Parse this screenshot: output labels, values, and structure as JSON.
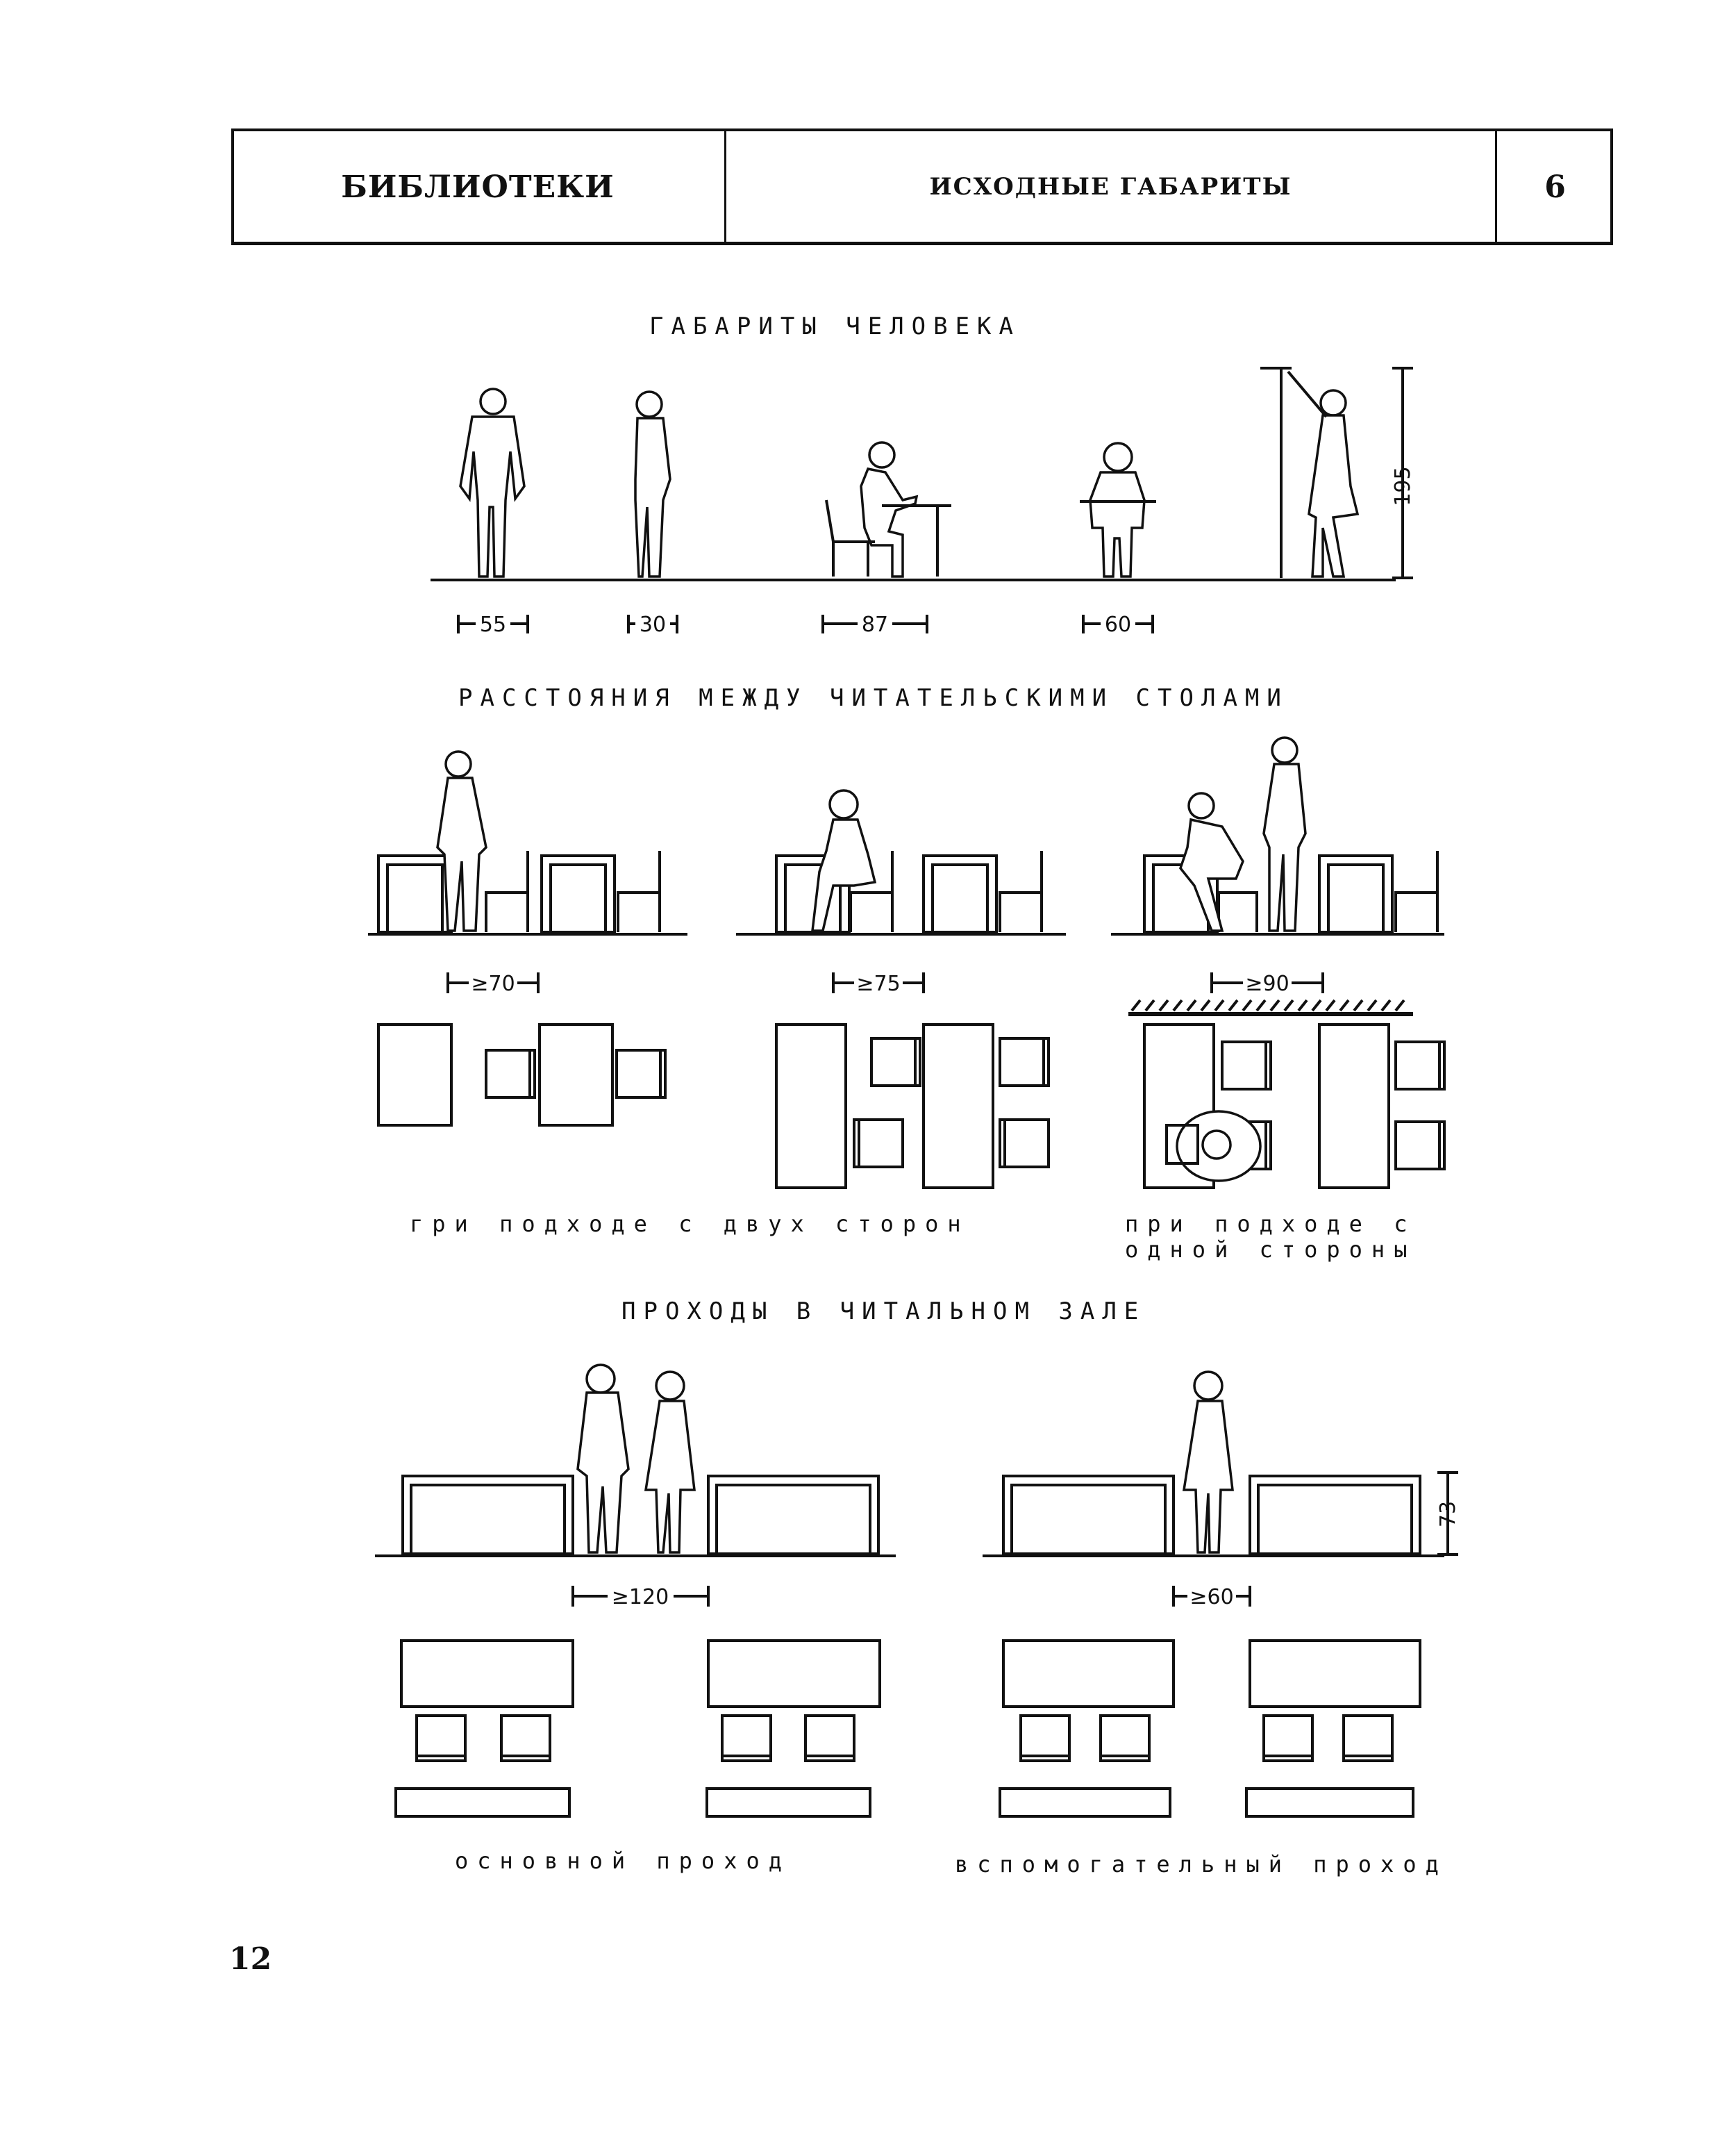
{
  "header": {
    "section": "БИБЛИОТЕКИ",
    "title": "ИСХОДНЫЕ ГАБАРИТЫ",
    "sheet_no": "6"
  },
  "sections": {
    "human": "ГАБАРИТЫ ЧЕЛОВЕКА",
    "distances": "РАССТОЯНИЯ МЕЖДУ ЧИТАТЕЛЬСКИМИ СТОЛАМИ",
    "aisles": "ПРОХОДЫ В ЧИТАЛЬНОМ ЗАЛЕ"
  },
  "dimensions": {
    "standing_front": "55",
    "standing_side": "30",
    "sitting_side": "87",
    "sitting_front": "60",
    "reach_height": "195",
    "two_sides_a": "≥70",
    "two_sides_b": "≥75",
    "one_side": "≥90",
    "main_aisle": "≥120",
    "aux_aisle": "≥60",
    "table_height": "73"
  },
  "captions": {
    "two_sides": "гри подходе с двух сторон",
    "one_side_1": "при подходе с",
    "one_side_2": "одной стороны",
    "main_aisle": "основной проход",
    "aux_aisle": "вспомогательный проход"
  },
  "page_number": "12"
}
